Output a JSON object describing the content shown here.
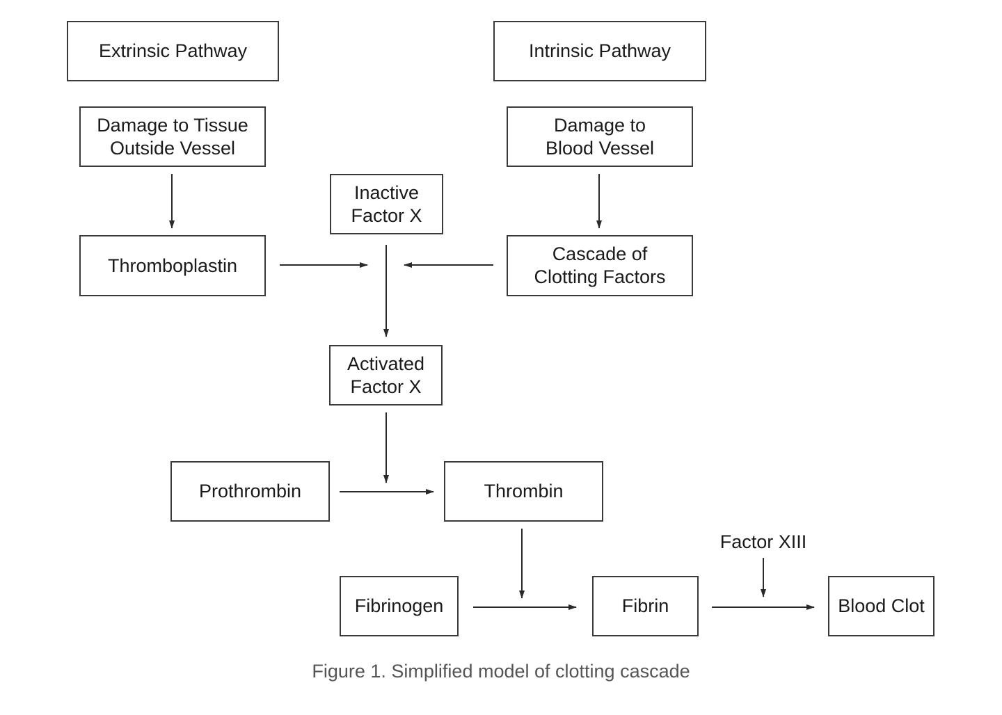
{
  "diagram": {
    "nodes": {
      "extrinsic_pathway": "Extrinsic Pathway",
      "intrinsic_pathway": "Intrinsic Pathway",
      "damage_tissue": "Damage to Tissue\nOutside Vessel",
      "damage_vessel": "Damage to\nBlood Vessel",
      "inactive_factor_x": "Inactive\nFactor X",
      "thromboplastin": "Thromboplastin",
      "cascade_clotting": "Cascade of\nClotting Factors",
      "activated_factor_x": "Activated\nFactor X",
      "prothrombin": "Prothrombin",
      "thrombin": "Thrombin",
      "fibrinogen": "Fibrinogen",
      "fibrin": "Fibrin",
      "blood_clot": "Blood Clot"
    },
    "factor_xiii_label": "Factor XIII",
    "caption": "Figure 1. Simplified model of clotting cascade",
    "colors": {
      "stroke": "#3a3a3a",
      "text": "#1a1a1a",
      "caption": "#555555"
    }
  }
}
